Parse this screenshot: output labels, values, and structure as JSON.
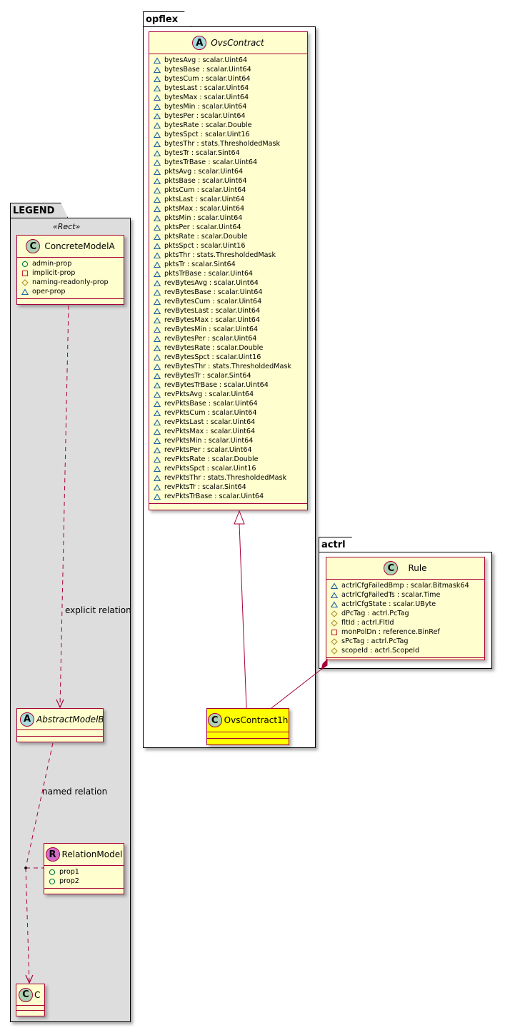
{
  "packages": {
    "legend": {
      "name": "LEGEND",
      "stereotype": "«Rect»"
    },
    "opflex": {
      "name": "opflex"
    },
    "actrl": {
      "name": "actrl"
    }
  },
  "colors": {
    "class_fill": "#fefece",
    "class_border": "#a80036",
    "highlight_fill": "#ffff00",
    "legend_fill": "#dddddd"
  },
  "classes": {
    "ovs_contract": {
      "name": "OvsContract",
      "kind": "A",
      "attributes": [
        {
          "vis": "protected-triangle",
          "text": "bytesAvg : scalar.Uint64"
        },
        {
          "vis": "protected-triangle",
          "text": "bytesBase : scalar.Uint64"
        },
        {
          "vis": "protected-triangle",
          "text": "bytesCum : scalar.Uint64"
        },
        {
          "vis": "protected-triangle",
          "text": "bytesLast : scalar.Uint64"
        },
        {
          "vis": "protected-triangle",
          "text": "bytesMax : scalar.Uint64"
        },
        {
          "vis": "protected-triangle",
          "text": "bytesMin : scalar.Uint64"
        },
        {
          "vis": "protected-triangle",
          "text": "bytesPer : scalar.Uint64"
        },
        {
          "vis": "protected-triangle",
          "text": "bytesRate : scalar.Double"
        },
        {
          "vis": "protected-triangle",
          "text": "bytesSpct : scalar.Uint16"
        },
        {
          "vis": "protected-triangle",
          "text": "bytesThr : stats.ThresholdedMask"
        },
        {
          "vis": "protected-triangle",
          "text": "bytesTr : scalar.Sint64"
        },
        {
          "vis": "protected-triangle",
          "text": "bytesTrBase : scalar.Uint64"
        },
        {
          "vis": "protected-triangle",
          "text": "pktsAvg : scalar.Uint64"
        },
        {
          "vis": "protected-triangle",
          "text": "pktsBase : scalar.Uint64"
        },
        {
          "vis": "protected-triangle",
          "text": "pktsCum : scalar.Uint64"
        },
        {
          "vis": "protected-triangle",
          "text": "pktsLast : scalar.Uint64"
        },
        {
          "vis": "protected-triangle",
          "text": "pktsMax : scalar.Uint64"
        },
        {
          "vis": "protected-triangle",
          "text": "pktsMin : scalar.Uint64"
        },
        {
          "vis": "protected-triangle",
          "text": "pktsPer : scalar.Uint64"
        },
        {
          "vis": "protected-triangle",
          "text": "pktsRate : scalar.Double"
        },
        {
          "vis": "protected-triangle",
          "text": "pktsSpct : scalar.Uint16"
        },
        {
          "vis": "protected-triangle",
          "text": "pktsThr : stats.ThresholdedMask"
        },
        {
          "vis": "protected-triangle",
          "text": "pktsTr : scalar.Sint64"
        },
        {
          "vis": "protected-triangle",
          "text": "pktsTrBase : scalar.Uint64"
        },
        {
          "vis": "protected-triangle",
          "text": "revBytesAvg : scalar.Uint64"
        },
        {
          "vis": "protected-triangle",
          "text": "revBytesBase : scalar.Uint64"
        },
        {
          "vis": "protected-triangle",
          "text": "revBytesCum : scalar.Uint64"
        },
        {
          "vis": "protected-triangle",
          "text": "revBytesLast : scalar.Uint64"
        },
        {
          "vis": "protected-triangle",
          "text": "revBytesMax : scalar.Uint64"
        },
        {
          "vis": "protected-triangle",
          "text": "revBytesMin : scalar.Uint64"
        },
        {
          "vis": "protected-triangle",
          "text": "revBytesPer : scalar.Uint64"
        },
        {
          "vis": "protected-triangle",
          "text": "revBytesRate : scalar.Double"
        },
        {
          "vis": "protected-triangle",
          "text": "revBytesSpct : scalar.Uint16"
        },
        {
          "vis": "protected-triangle",
          "text": "revBytesThr : stats.ThresholdedMask"
        },
        {
          "vis": "protected-triangle",
          "text": "revBytesTr : scalar.Sint64"
        },
        {
          "vis": "protected-triangle",
          "text": "revBytesTrBase : scalar.Uint64"
        },
        {
          "vis": "protected-triangle",
          "text": "revPktsAvg : scalar.Uint64"
        },
        {
          "vis": "protected-triangle",
          "text": "revPktsBase : scalar.Uint64"
        },
        {
          "vis": "protected-triangle",
          "text": "revPktsCum : scalar.Uint64"
        },
        {
          "vis": "protected-triangle",
          "text": "revPktsLast : scalar.Uint64"
        },
        {
          "vis": "protected-triangle",
          "text": "revPktsMax : scalar.Uint64"
        },
        {
          "vis": "protected-triangle",
          "text": "revPktsMin : scalar.Uint64"
        },
        {
          "vis": "protected-triangle",
          "text": "revPktsPer : scalar.Uint64"
        },
        {
          "vis": "protected-triangle",
          "text": "revPktsRate : scalar.Double"
        },
        {
          "vis": "protected-triangle",
          "text": "revPktsSpct : scalar.Uint16"
        },
        {
          "vis": "protected-triangle",
          "text": "revPktsThr : stats.ThresholdedMask"
        },
        {
          "vis": "protected-triangle",
          "text": "revPktsTr : scalar.Sint64"
        },
        {
          "vis": "protected-triangle",
          "text": "revPktsTrBase : scalar.Uint64"
        }
      ]
    },
    "ovs_contract_1h": {
      "name": "OvsContract1h",
      "kind": "C"
    },
    "rule": {
      "name": "Rule",
      "kind": "C",
      "attributes": [
        {
          "vis": "protected-triangle",
          "text": "actrlCfgFailedBmp : scalar.Bitmask64"
        },
        {
          "vis": "protected-triangle",
          "text": "actrlCfgFailedTs : scalar.Time"
        },
        {
          "vis": "protected-triangle",
          "text": "actrlCfgState : scalar.UByte"
        },
        {
          "vis": "diamond",
          "text": "dPcTag : actrl.PcTag"
        },
        {
          "vis": "diamond",
          "text": "fltId : actrl.FltId"
        },
        {
          "vis": "square",
          "text": "monPolDn : reference.BinRef"
        },
        {
          "vis": "diamond",
          "text": "sPcTag : actrl.PcTag"
        },
        {
          "vis": "diamond",
          "text": "scopeId : actrl.ScopeId"
        }
      ]
    },
    "concrete_model_a": {
      "name": "ConcreteModelA",
      "kind": "C",
      "attributes": [
        {
          "vis": "circle",
          "text": "admin-prop"
        },
        {
          "vis": "square",
          "text": "implicit-prop"
        },
        {
          "vis": "diamond",
          "text": "naming-readonly-prop"
        },
        {
          "vis": "protected-triangle",
          "text": "oper-prop"
        }
      ]
    },
    "abstract_model_b": {
      "name": "AbstractModelB",
      "kind": "A"
    },
    "relation_model": {
      "name": "RelationModel",
      "kind": "R",
      "attributes": [
        {
          "vis": "circle",
          "text": "prop1"
        },
        {
          "vis": "circle",
          "text": "prop2"
        }
      ]
    },
    "c": {
      "name": "C",
      "kind": "C"
    }
  },
  "relations": {
    "explicit": "explicit relation",
    "named": "named relation"
  }
}
